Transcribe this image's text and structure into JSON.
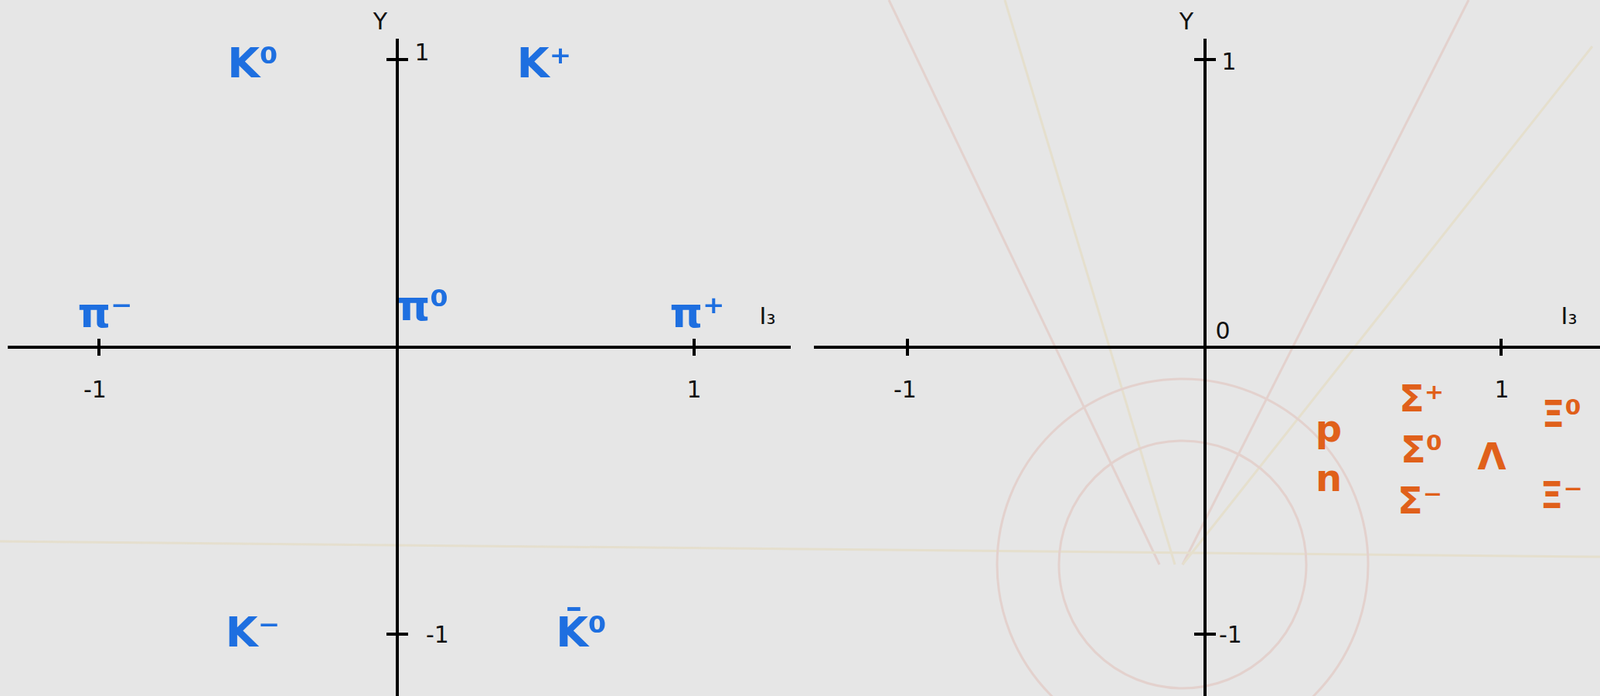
{
  "diagram": {
    "labels": [
      "Y",
      "1",
      "K⁰",
      "K⁺",
      "π⁻",
      "π⁰",
      "π⁺",
      "I₃",
      "-1",
      "1",
      "K⁻",
      "-1",
      "K̄⁰",
      "Y",
      "1",
      "0",
      "I₃",
      "-1",
      "1",
      "p",
      "Σ⁺",
      "Σ⁰",
      "Λ",
      "Ξ⁰",
      "n",
      "Σ⁻",
      "Ξ⁻",
      "-1"
    ]
  }
}
